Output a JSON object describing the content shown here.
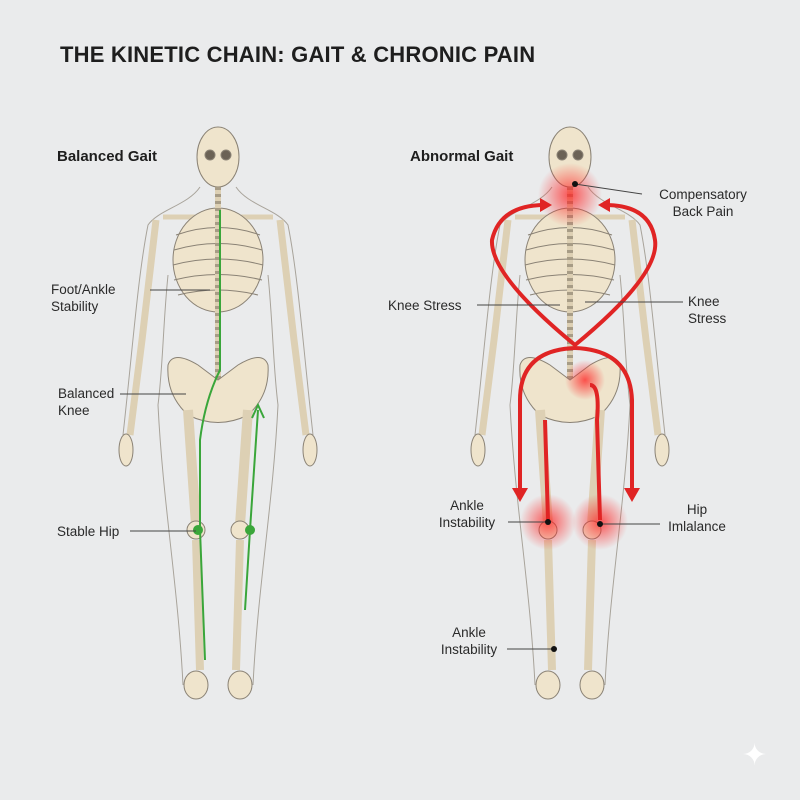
{
  "title": "THE KINETIC CHAIN: GAIT & CHRONIC PAIN",
  "panels": {
    "left": {
      "heading": "Balanced Gait",
      "labels": [
        "Foot/Ankle Stability",
        "Balanced Knee",
        "Stable Hip"
      ],
      "accent": "#3aa63a"
    },
    "right": {
      "heading": "Abnormal Gait",
      "labels": [
        "Compensatory Back Pain",
        "Knee Stress",
        "Knee Stress",
        "Ankle Instability",
        "Hip Imlalance",
        "Ankle Instability"
      ],
      "accent": "#e02424"
    }
  },
  "icons": [
    "sparkle-icon"
  ]
}
